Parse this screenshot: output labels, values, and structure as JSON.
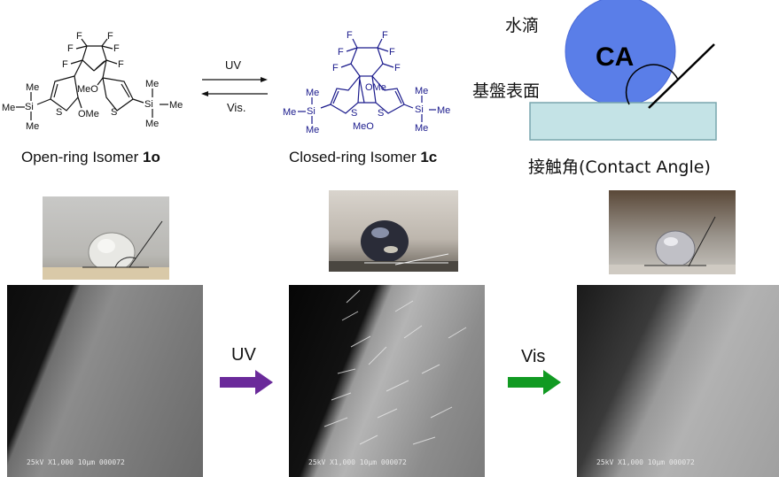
{
  "reaction": {
    "forward_label": "UV",
    "reverse_label": "Vis."
  },
  "open_isomer": {
    "name_text": "Open-ring Isomer ",
    "compound_id": "1o",
    "atoms": {
      "F": "F",
      "S": "S",
      "Me": "Me",
      "Si": "Si",
      "OMe": "OMe",
      "MeO": "MeO"
    }
  },
  "closed_isomer": {
    "name_text": "Closed-ring Isomer ",
    "compound_id": "1c",
    "atoms": {
      "F": "F",
      "S": "S",
      "Me": "Me",
      "Si": "Si",
      "OMe": "OMe",
      "MeO": "MeO"
    }
  },
  "contact_angle_diagram": {
    "water_drop_label": "水滴",
    "ca_label": "CA",
    "surface_label": "基盤表面",
    "caption": "接触角(Contact Angle)",
    "colors": {
      "droplet": "#5a7ee8",
      "substrate": "#c4e3e6",
      "substrate_border": "#7aa6ad"
    }
  },
  "process": {
    "uv_label": "UV",
    "vis_label": "Vis",
    "colors": {
      "uv_arrow": "#6a2a9a",
      "vis_arrow": "#119a22"
    }
  },
  "sem_images": [
    {
      "info": "25kV  X1,000   10μm  000072"
    },
    {
      "info": "25kV  X1,000   10μm  000072"
    },
    {
      "info": "25kV  X1,000   10μm  000072"
    }
  ]
}
